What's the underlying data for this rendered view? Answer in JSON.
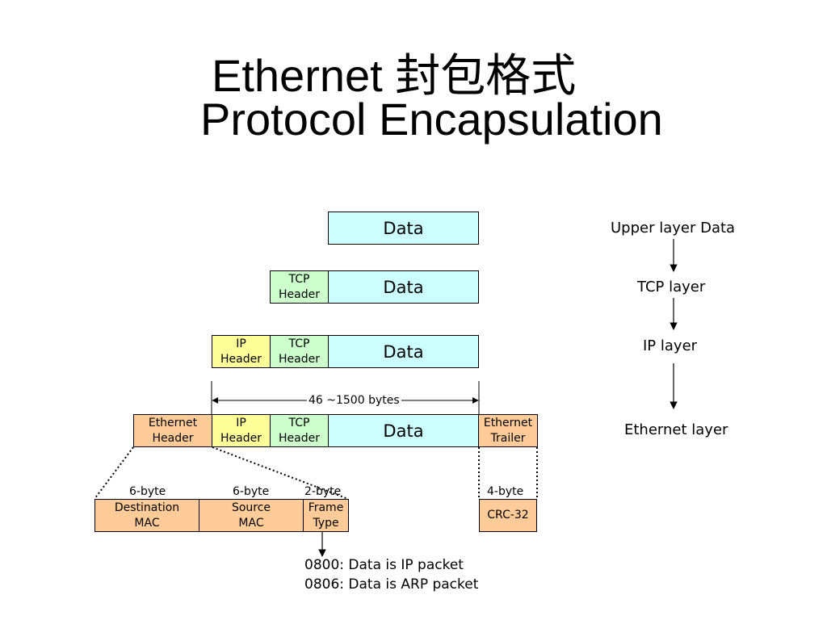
{
  "title": {
    "line1": "Ethernet 封包格式",
    "line2": "Protocol Encapsulation"
  },
  "rows": {
    "row1": {
      "data": "Data"
    },
    "row2": {
      "tcp_header": "TCP\nHeader",
      "data": "Data"
    },
    "row3": {
      "ip_header": "IP\nHeader",
      "tcp_header": "TCP\nHeader",
      "data": "Data"
    },
    "row4": {
      "ethernet_header": "Ethernet\nHeader",
      "ip_header": "IP\nHeader",
      "tcp_header": "TCP\nHeader",
      "data": "Data",
      "ethernet_trailer": "Ethernet\nTrailer"
    }
  },
  "span_label": "46 ~1500 bytes",
  "layers": [
    "Upper layer Data",
    "TCP layer",
    "IP layer",
    "Ethernet layer"
  ],
  "header_detail": {
    "sizes": [
      "6-byte",
      "6-byte",
      "2-byte"
    ],
    "fields": [
      "Destination\nMAC",
      "Source\nMAC",
      "Frame\nType"
    ]
  },
  "trailer_detail": {
    "size": "4-byte",
    "field": "CRC-32"
  },
  "frame_type_notes": [
    "0800: Data is IP packet",
    "0806: Data is ARP packet"
  ],
  "colors": {
    "data": "#ccffff",
    "tcp": "#ccffcc",
    "ip": "#ffff99",
    "ethernet": "#ffcc99"
  }
}
